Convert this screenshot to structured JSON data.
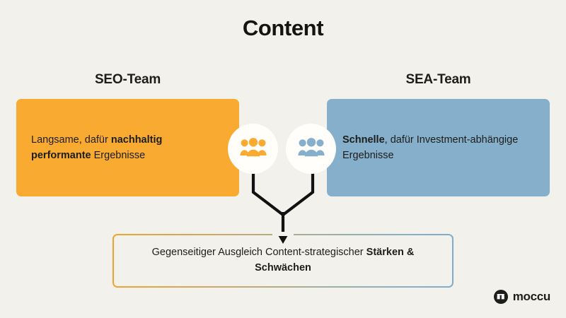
{
  "page": {
    "title": "Content",
    "background_color": "#f2f1ec"
  },
  "columns": {
    "seo": {
      "heading": "SEO-Team",
      "panel_color": "#f9aa31",
      "text_plain": "Langsame, dafür nachhaltig performante Ergebnisse",
      "text_segments": [
        {
          "text": "Langsame, dafür ",
          "bold": false
        },
        {
          "text": "nachhaltig performante",
          "bold": true
        },
        {
          "text": " Ergebnisse",
          "bold": false
        }
      ],
      "icon": "people-group-icon",
      "icon_color": "#f9aa31"
    },
    "sea": {
      "heading": "SEA-Team",
      "panel_color": "#85afcb",
      "text_plain": "Schnelle, dafür Investment-abhängige Ergebnisse",
      "text_segments": [
        {
          "text": "Schnelle",
          "bold": true
        },
        {
          "text": ", dafür Investment-abhängige Ergebnisse",
          "bold": false
        }
      ],
      "icon": "people-group-icon",
      "icon_color": "#85afcb"
    }
  },
  "outcome": {
    "text_plain": "Gegenseitiger Ausgleich Content-strategischer Stärken & Schwächen",
    "text_segments": [
      {
        "text": "Gegenseitiger Ausgleich Content-strategischer ",
        "bold": false
      },
      {
        "text": "Stärken & Schwächen",
        "bold": true
      }
    ],
    "border_gradient_start": "#f0a42f",
    "border_gradient_end": "#7fadcb"
  },
  "connector": {
    "shape": "y-merge-arrow",
    "color": "#111111"
  },
  "brand": {
    "name": "moccu",
    "mark": "moccu-logo-icon",
    "mark_color": "#1d1d1b"
  }
}
